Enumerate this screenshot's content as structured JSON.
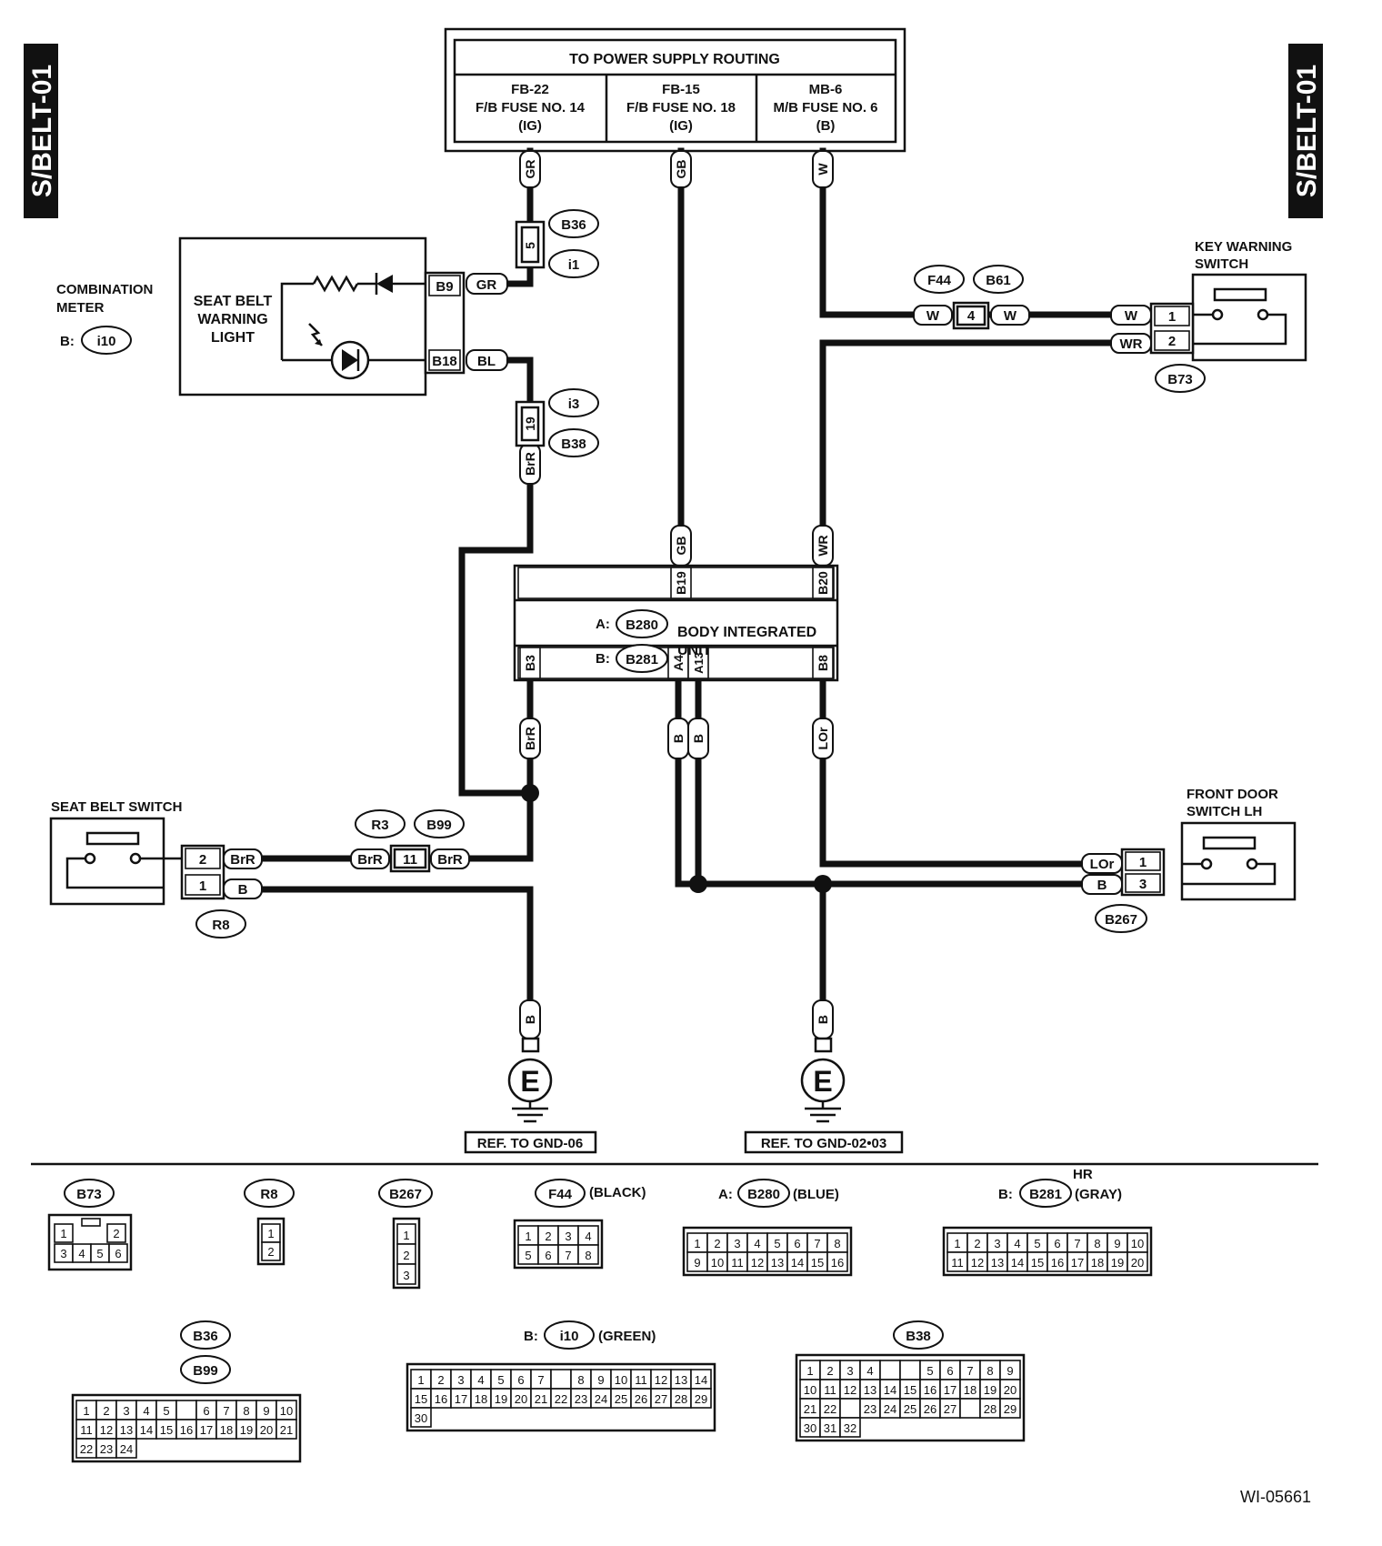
{
  "side_tab": "S/BELT-01",
  "diagram_id": "WI-05661",
  "power_supply": {
    "title": "TO POWER SUPPLY ROUTING",
    "fuses": [
      {
        "line1": "FB-22",
        "line2": "F/B FUSE NO. 14",
        "line3": "(IG)"
      },
      {
        "line1": "FB-15",
        "line2": "F/B FUSE NO. 18",
        "line3": "(IG)"
      },
      {
        "line1": "MB-6",
        "line2": "M/B FUSE NO. 6",
        "line3": "(B)"
      }
    ]
  },
  "combination_meter": {
    "title_line1": "COMBINATION",
    "title_line2": "METER",
    "prefix": "B:",
    "connector": "i10",
    "light_line1": "SEAT BELT",
    "light_line2": "WARNING",
    "light_line3": "LIGHT",
    "pin_top": "B9",
    "pin_bottom": "B18"
  },
  "key_warning_switch": {
    "line1": "KEY WARNING",
    "line2": "SWITCH",
    "connector": "B73",
    "pin1": "1",
    "pin2": "2"
  },
  "front_door_switch": {
    "line1": "FRONT DOOR",
    "line2": "SWITCH LH",
    "connector": "B267",
    "pin1": "1",
    "pin3": "3"
  },
  "seat_belt_switch": {
    "title": "SEAT BELT SWITCH",
    "connector": "R8",
    "pin2": "2",
    "pin1": "1"
  },
  "body_integrated_unit": {
    "line1": "BODY INTEGRATED",
    "line2": "UNIT",
    "conn_a_prefix": "A:",
    "conn_a": "B280",
    "conn_b_prefix": "B:",
    "conn_b": "B281",
    "pin_b19": "B19",
    "pin_b20": "B20",
    "pin_b3": "B3",
    "pin_a4": "A4",
    "pin_a13": "A13",
    "pin_b8": "B8"
  },
  "joints": {
    "b36": "B36",
    "i1": "i1",
    "pin5": "5",
    "i3": "i3",
    "b38": "B38",
    "pin19": "19",
    "f44": "F44",
    "b61": "B61",
    "pin4": "4",
    "r3": "R3",
    "b99": "B99",
    "pin11": "11"
  },
  "wire_colors": {
    "gr": "GR",
    "gb": "GB",
    "w": "W",
    "bl": "BL",
    "brr": "BrR",
    "wr": "WR",
    "b": "B",
    "lor": "LOr"
  },
  "grounds": [
    {
      "symbol": "E",
      "ref": "REF. TO GND-06"
    },
    {
      "symbol": "E",
      "ref": "REF. TO GND-02•03"
    }
  ],
  "connector_views": {
    "b73": {
      "name": "B73",
      "pins": [
        "1",
        "2",
        "3",
        "4",
        "5",
        "6"
      ]
    },
    "r8": {
      "name": "R8",
      "pins": [
        "1",
        "2"
      ]
    },
    "b267": {
      "name": "B267",
      "pins": [
        "1",
        "2",
        "3"
      ]
    },
    "f44": {
      "name": "F44",
      "color": "(BLACK)",
      "pins": [
        "1",
        "2",
        "3",
        "4",
        "5",
        "6",
        "7",
        "8"
      ]
    },
    "b280": {
      "prefix": "A:",
      "name": "B280",
      "color": "(BLUE)",
      "pins": [
        "1",
        "2",
        "3",
        "4",
        "5",
        "6",
        "7",
        "8",
        "9",
        "10",
        "11",
        "12",
        "13",
        "14",
        "15",
        "16"
      ]
    },
    "b281": {
      "prefix": "B:",
      "name": "B281",
      "color": "(GRAY)",
      "hr": "HR",
      "pins": [
        "1",
        "2",
        "3",
        "4",
        "5",
        "6",
        "7",
        "8",
        "9",
        "10",
        "11",
        "12",
        "13",
        "14",
        "15",
        "16",
        "17",
        "18",
        "19",
        "20"
      ]
    },
    "b36_b99": {
      "name1": "B36",
      "name2": "B99",
      "pins": [
        "1",
        "2",
        "3",
        "4",
        "5",
        "6",
        "7",
        "8",
        "9",
        "10",
        "11",
        "12",
        "13",
        "14",
        "15",
        "16",
        "17",
        "18",
        "19",
        "20",
        "21",
        "22",
        "23",
        "24"
      ]
    },
    "i10": {
      "prefix": "B:",
      "name": "i10",
      "color": "(GREEN)",
      "pins": [
        "1",
        "2",
        "3",
        "4",
        "5",
        "6",
        "7",
        "8",
        "9",
        "10",
        "11",
        "12",
        "13",
        "14",
        "15",
        "16",
        "17",
        "18",
        "19",
        "20",
        "21",
        "22",
        "23",
        "24",
        "25",
        "26",
        "27",
        "28",
        "29",
        "30"
      ]
    },
    "b38": {
      "name": "B38",
      "pins": [
        "1",
        "2",
        "3",
        "4",
        "5",
        "6",
        "7",
        "8",
        "9",
        "10",
        "11",
        "12",
        "13",
        "14",
        "15",
        "16",
        "17",
        "18",
        "19",
        "20",
        "21",
        "22",
        "23",
        "24",
        "25",
        "26",
        "27",
        "28",
        "29",
        "30",
        "31",
        "32"
      ]
    }
  }
}
